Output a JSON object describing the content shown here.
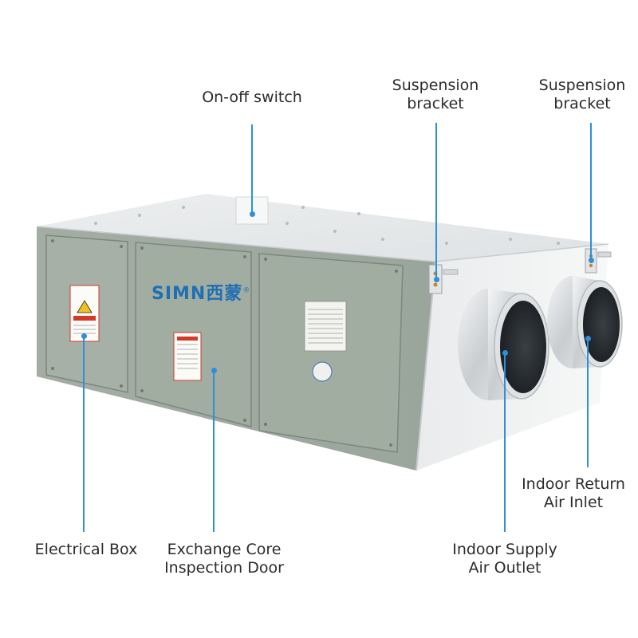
{
  "product": {
    "brand_latin": "SIMN",
    "brand_cjk": "西蒙",
    "brand_mark": "®",
    "colors": {
      "panel": "#9faa9f",
      "panel_dark": "#7f8a80",
      "cabinet_white": "#f2f3f4",
      "accent_blue": "#2f8fd8",
      "brand_blue": "#1f6fb4"
    }
  },
  "callouts": {
    "on_off_switch": {
      "line1": "On-off switch"
    },
    "suspension_bracket_left": {
      "line1": "Suspension",
      "line2": "bracket"
    },
    "suspension_bracket_right": {
      "line1": "Suspension",
      "line2": "bracket"
    },
    "electrical_box": {
      "line1": "Electrical Box"
    },
    "exchange_core_door": {
      "line1": "Exchange Core",
      "line2": "Inspection Door"
    },
    "indoor_supply_outlet": {
      "line1": "Indoor Supply",
      "line2": "Air Outlet"
    },
    "indoor_return_inlet": {
      "line1": "Indoor Return",
      "line2": "Air Inlet"
    }
  }
}
